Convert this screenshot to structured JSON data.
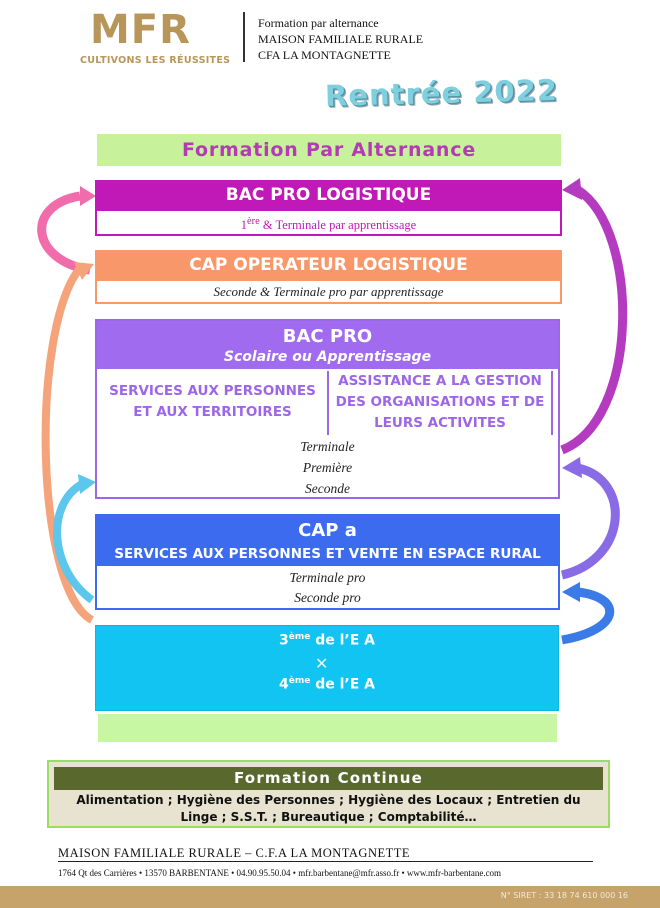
{
  "header": {
    "logo_text": "MFR",
    "logo_tagline": "CULTIVONS LES RÉUSSITES",
    "lines": [
      "Formation par alternance",
      "MAISON FAMILIALE RURALE",
      "CFA LA MONTAGNETTE"
    ],
    "rentree": "Rentrée 2022"
  },
  "main_title": "Formation Par Alternance",
  "programs": {
    "bacpro_logistique": {
      "title": "BAC PRO LOGISTIQUE",
      "sub_prefix": "1",
      "sub_sup": "ère",
      "sub_rest": " & Terminale par apprentissage"
    },
    "cap_logistique": {
      "title": "CAP OPERATEUR LOGISTIQUE",
      "sub": "Seconde & Terminale pro par apprentissage"
    },
    "bacpro": {
      "title": "BAC PRO",
      "subtitle": "Scolaire ou Apprentissage",
      "left_option": "SERVICES AUX PERSONNES ET AUX TERRITOIRES",
      "right_option": "ASSISTANCE A LA GESTION DES ORGANISATIONS ET DE LEURS ACTIVITES",
      "levels": [
        "Terminale",
        "Première",
        "Seconde"
      ]
    },
    "cap_a": {
      "title": "CAP a",
      "subtitle": "SERVICES AUX PERSONNES ET VENTE EN ESPACE RURAL",
      "levels": [
        "Terminale pro",
        "Seconde pro"
      ]
    },
    "ea": {
      "line1_num": "3",
      "line1_sup": "ème",
      "line1_rest": " de l’E A",
      "line2_num": "4",
      "line2_sup": "ème",
      "line2_rest": " de l’E A"
    }
  },
  "formation_continue": {
    "title": "Formation Continue",
    "text": "Alimentation ; Hygiène des Personnes ; Hygiène des Locaux ; Entretien du Linge ; S.S.T. ; Bureautique ; Comptabilité…"
  },
  "footer": {
    "name": "MAISON FAMILIALE RURALE – C.F.A LA MONTAGNETTE",
    "address": "1764 Qt des Carrières • 13570 BARBENTANE • 04.90.95.50.04 • mfr.barbentane@mfr.asso.fr • www.mfr-barbentane.com",
    "siret": "N° SIRET : 33 18 74 610 000 16"
  },
  "colors": {
    "magenta": "#c119b7",
    "orange": "#f7976a",
    "purple": "#a06bef",
    "blue": "#3d6bf0",
    "cyan": "#12c4f2",
    "gold": "#c5a36b",
    "olive": "#59682d"
  }
}
